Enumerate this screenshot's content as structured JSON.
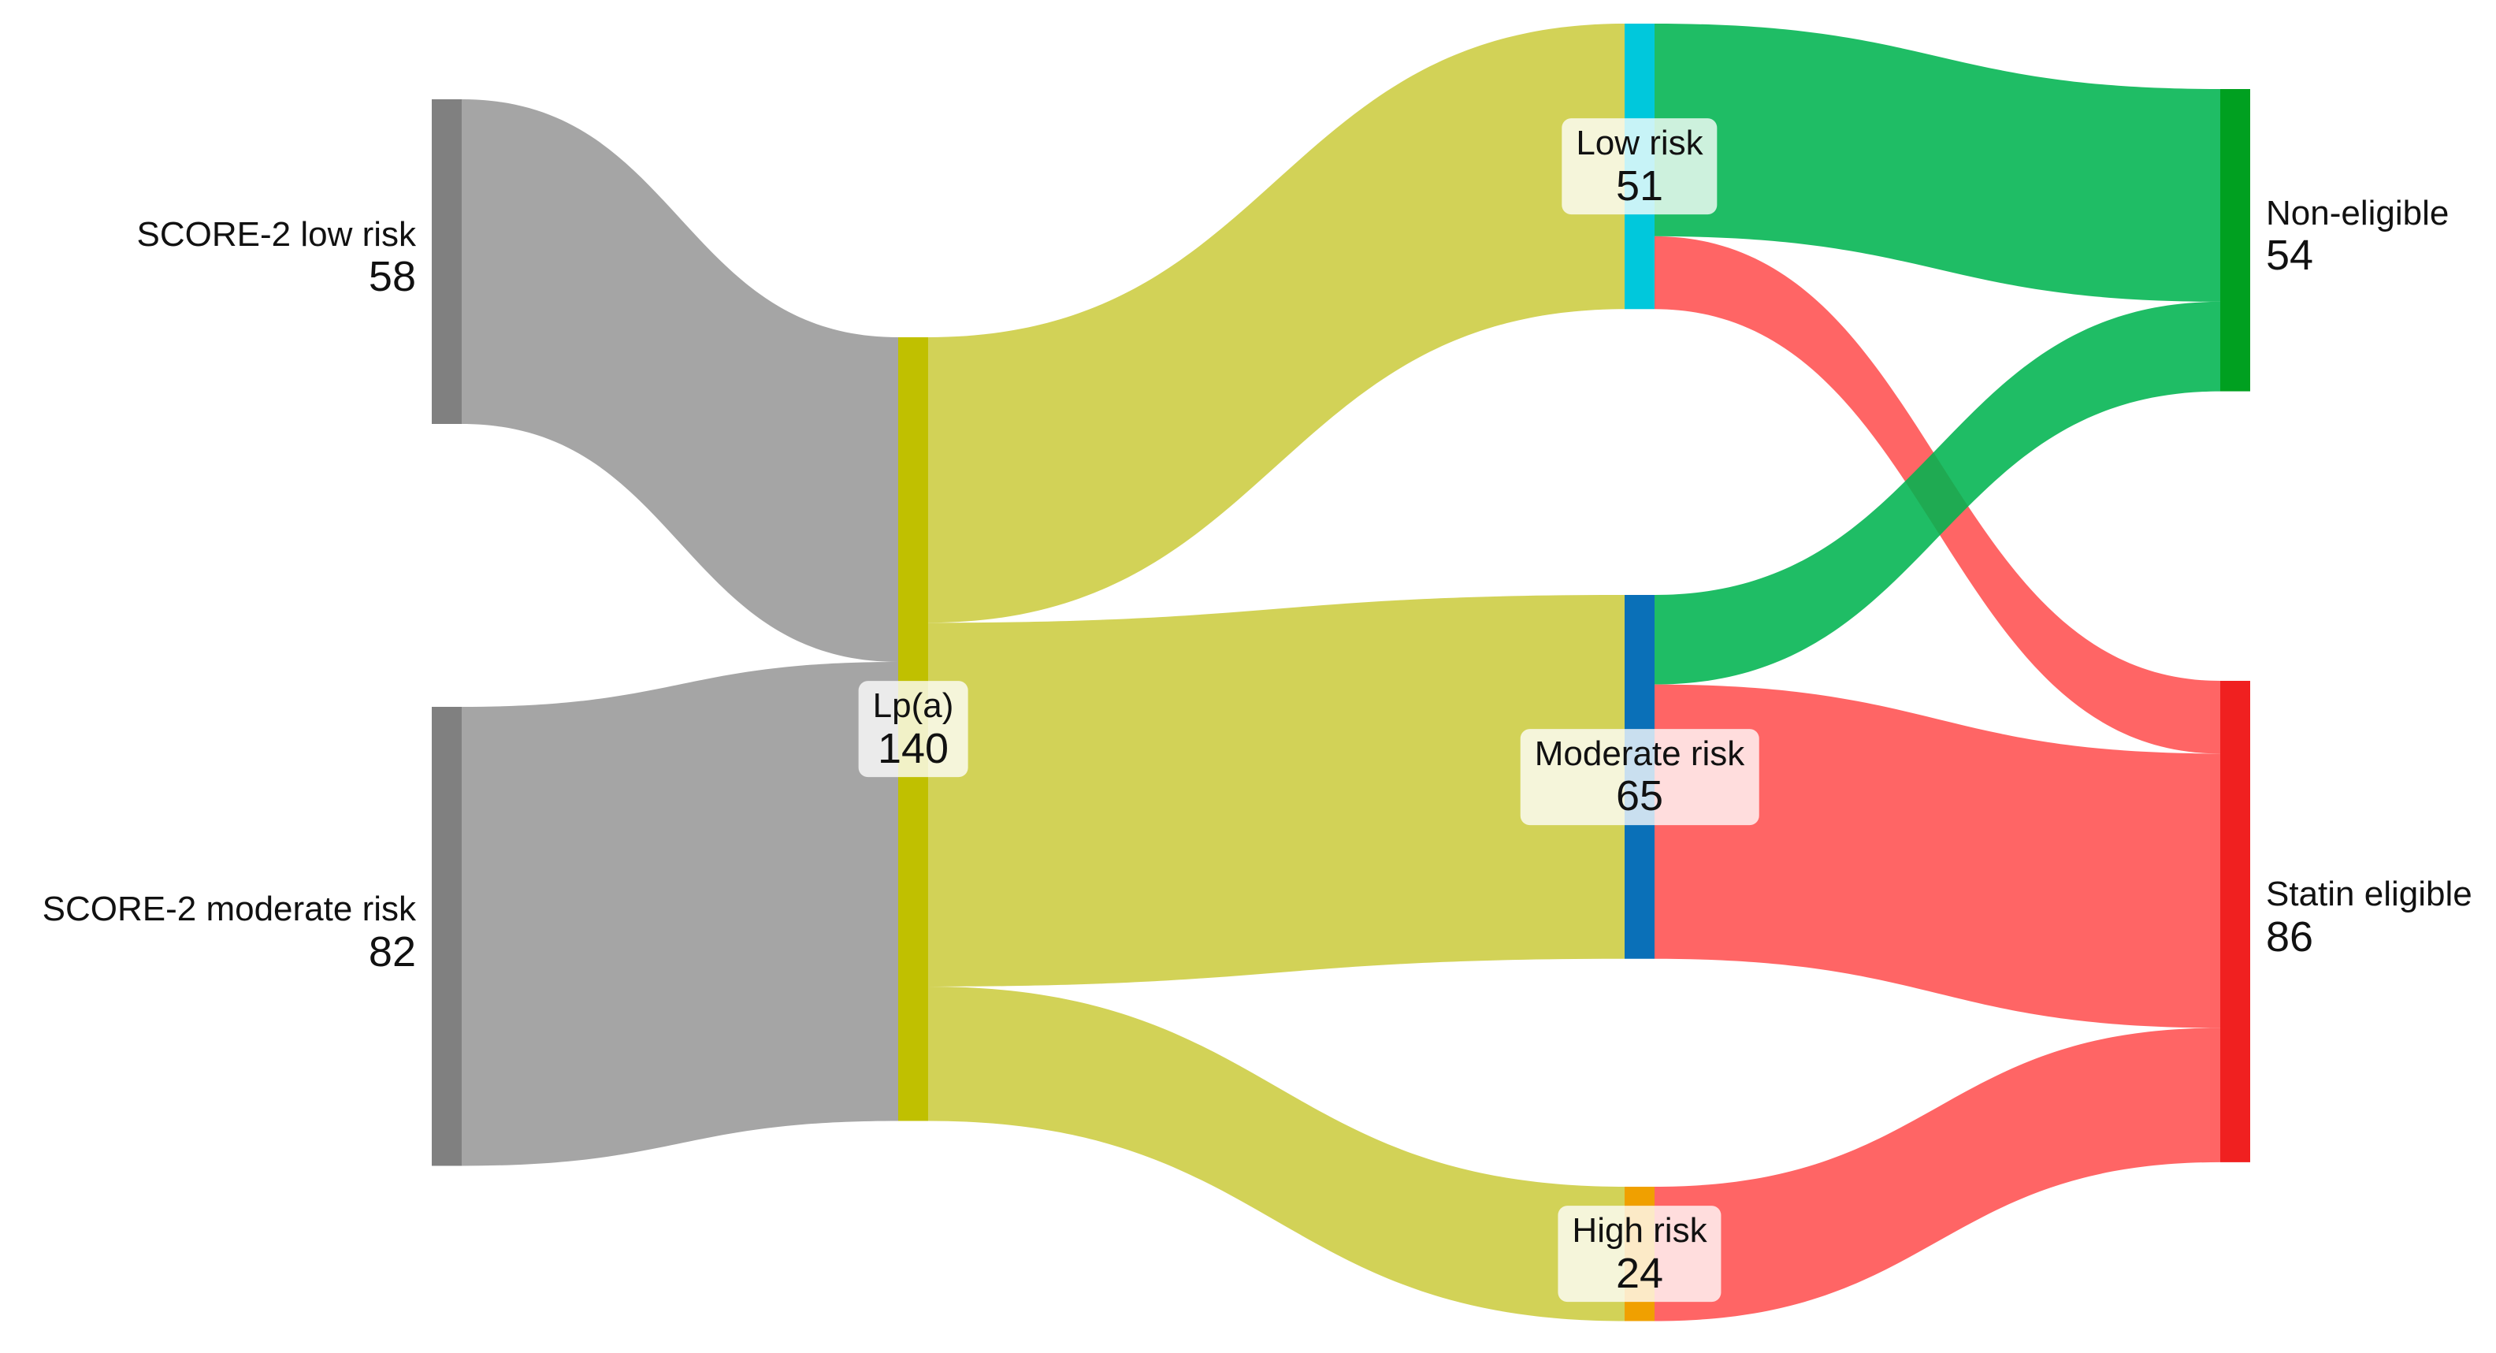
{
  "nodes": [
    {
      "id": "score2_low",
      "name": "SCORE-2 low risk",
      "value": 58,
      "color": "#808080"
    },
    {
      "id": "score2_moderate",
      "name": "SCORE-2 moderate risk",
      "value": 82,
      "color": "#808080"
    },
    {
      "id": "lpa",
      "name": "Lp(a)",
      "value": 140,
      "color": "#c0c000"
    },
    {
      "id": "low_risk",
      "name": "Low risk",
      "value": 51,
      "color": "#00c8dc"
    },
    {
      "id": "moderate_risk",
      "name": "Moderate risk",
      "value": 65,
      "color": "#0a70b8"
    },
    {
      "id": "high_risk",
      "name": "High risk",
      "value": 24,
      "color": "#f0a000"
    },
    {
      "id": "non_eligible",
      "name": "Non-eligible",
      "value": 54,
      "color": "#00a020"
    },
    {
      "id": "statin_eligible",
      "name": "Statin eligible",
      "value": 86,
      "color": "#f02020"
    }
  ],
  "links": [
    {
      "source": "score2_low",
      "target": "lpa",
      "value": 58,
      "color": "#999999"
    },
    {
      "source": "score2_moderate",
      "target": "lpa",
      "value": 82,
      "color": "#999999"
    },
    {
      "source": "lpa",
      "target": "low_risk",
      "value": 51,
      "color": "#cccc40"
    },
    {
      "source": "lpa",
      "target": "moderate_risk",
      "value": 65,
      "color": "#cccc40"
    },
    {
      "source": "lpa",
      "target": "high_risk",
      "value": 24,
      "color": "#cccc40"
    },
    {
      "source": "low_risk",
      "target": "non_eligible",
      "value": 38,
      "color": "#00b450"
    },
    {
      "source": "low_risk",
      "target": "statin_eligible",
      "value": 13,
      "color": "#ff5050"
    },
    {
      "source": "moderate_risk",
      "target": "non_eligible",
      "value": 16,
      "color": "#00b450"
    },
    {
      "source": "moderate_risk",
      "target": "statin_eligible",
      "value": 49,
      "color": "#ff5050"
    },
    {
      "source": "high_risk",
      "target": "statin_eligible",
      "value": 24,
      "color": "#ff5050"
    }
  ]
}
